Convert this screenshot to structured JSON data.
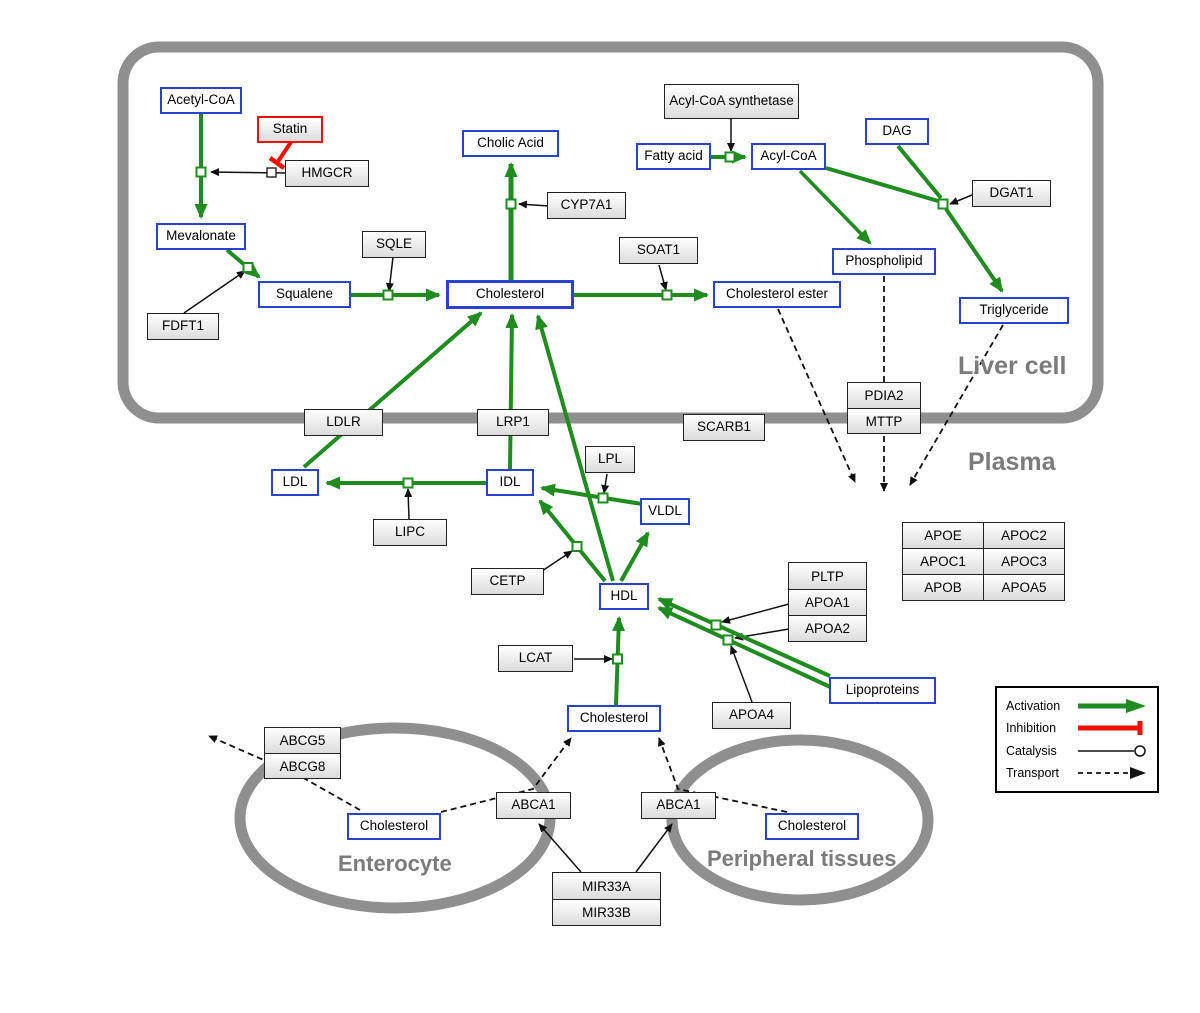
{
  "compartments": {
    "liver": "Liver cell",
    "plasma": "Plasma",
    "enterocyte": "Enterocyte",
    "peripheral": "Peripheral tissues"
  },
  "nodes": {
    "acetyl_coa": "Acetyl-CoA",
    "statin": "Statin",
    "hmgcr": "HMGCR",
    "mevalonate": "Mevalonate",
    "fdft1": "FDFT1",
    "squalene": "Squalene",
    "sqle": "SQLE",
    "cholic_acid": "Cholic Acid",
    "cyp7a1": "CYP7A1",
    "cholesterol_liver": "Cholesterol",
    "soat1": "SOAT1",
    "cholesterol_ester": "Cholesterol ester",
    "acyl_coa_synthetase": "Acyl-CoA synthetase",
    "fatty_acid": "Fatty acid",
    "acyl_coa": "Acyl-CoA",
    "dag": "DAG",
    "dgat1": "DGAT1",
    "phospholipid": "Phospholipid",
    "triglyceride": "Triglyceride",
    "pdia2": "PDIA2",
    "mttp": "MTTP",
    "ldlr": "LDLR",
    "lrp1": "LRP1",
    "scarb1": "SCARB1",
    "ldl": "LDL",
    "idl": "IDL",
    "vldl": "VLDL",
    "lpl": "LPL",
    "lipc": "LIPC",
    "cetp": "CETP",
    "hdl": "HDL",
    "lcat": "LCAT",
    "pltp": "PLTP",
    "apoa1": "APOA1",
    "apoa2": "APOA2",
    "apoa4": "APOA4",
    "apoe": "APOE",
    "apoc2": "APOC2",
    "apoc1": "APOC1",
    "apoc3": "APOC3",
    "apob": "APOB",
    "apoa5": "APOA5",
    "lipoproteins": "Lipoproteins",
    "cholesterol_plasma": "Cholesterol",
    "abcg5": "ABCG5",
    "abcg8": "ABCG8",
    "cholesterol_enterocyte": "Cholesterol",
    "abca1_left": "ABCA1",
    "abca1_right": "ABCA1",
    "cholesterol_peripheral": "Cholesterol",
    "mir33a": "MIR33A",
    "mir33b": "MIR33B"
  },
  "legend": {
    "activation": "Activation",
    "inhibition": "Inhibition",
    "catalysis": "Catalysis",
    "transport": "Transport"
  },
  "colors": {
    "activation": "#1e8c1e",
    "inhibition": "#ee1100",
    "entity_border": "#2943cf",
    "gene_border": "#222222",
    "membrane_gray": "#8f8f8f",
    "label_gray": "#7b7b7b"
  }
}
